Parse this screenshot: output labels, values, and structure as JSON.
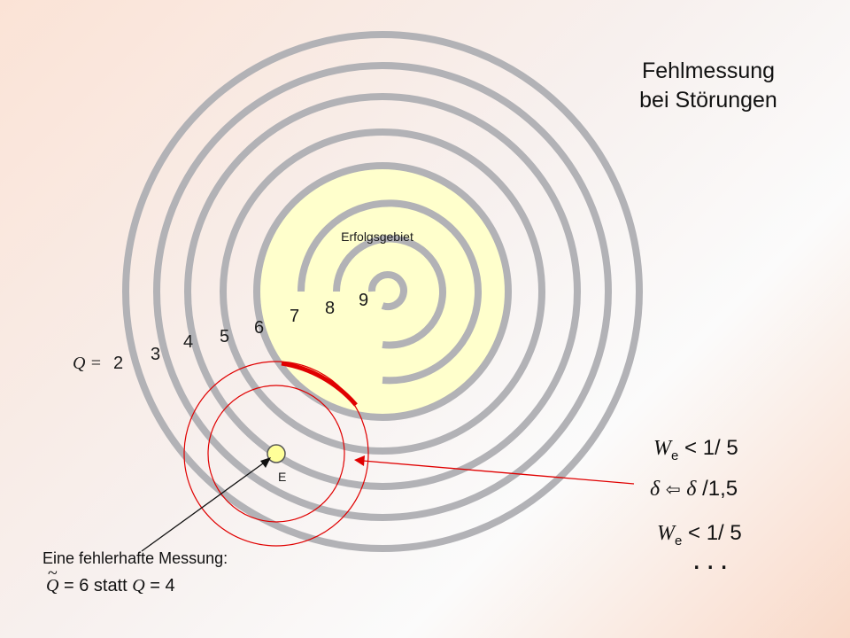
{
  "title_line1": "Fehlmessung",
  "title_line2": "bei Störungen",
  "success_label": "Erfolgsgebiet",
  "q_prefix": "Q = ",
  "ring_labels": [
    "2",
    "3",
    "4",
    "5",
    "6",
    "7",
    "8",
    "9"
  ],
  "point_label": "E",
  "formula_w1": {
    "W": "W",
    "sub": "e",
    "rest": " < 1/ 5"
  },
  "formula_delta": {
    "d1": "δ",
    "arrow": "⇦",
    "d2": "δ",
    "rest": " /1,5"
  },
  "formula_w2": {
    "W": "W",
    "sub": "e",
    "rest": " < 1/ 5"
  },
  "dots": "...",
  "caption_line1": "Eine fehlerhafte Messung:",
  "caption_line2": {
    "q_tilde": "Q",
    "middle": " = 6 statt ",
    "q": "Q",
    "end": " = 4"
  },
  "colors": {
    "ring": "#b2b2b6",
    "success_fill": "#ffffcc",
    "marker": "#e00000",
    "point_fill": "#ffff99"
  }
}
